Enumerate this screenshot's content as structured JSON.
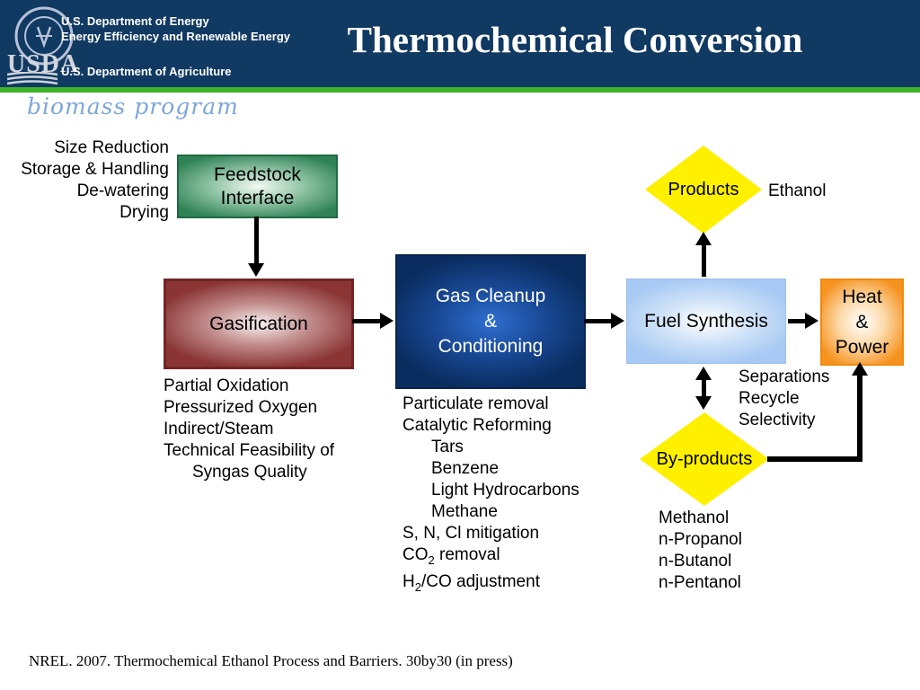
{
  "colors": {
    "header_navy": "#113a63",
    "divider_green": "#3db32a",
    "script_blue": "#7da7d9",
    "feedstock_green": "#2f8256",
    "gasification_maroon": "#8a3434",
    "cleanup_navy": "#0a2c5e",
    "fuel_light_blue": "#a7c9f3",
    "heat_orange": "#f6921e",
    "diamond_yellow": "#fff000",
    "arrow_black": "#000000"
  },
  "header": {
    "doe_line1": "U.S. Department of Energy",
    "doe_line2": "Energy Efficiency and Renewable Energy",
    "usda_wordmark": "USDA",
    "usda_dept": "U.S. Department of Agriculture",
    "title": "Thermochemical Conversion",
    "program_script": "biomass program"
  },
  "diagram": {
    "feedstock": {
      "label": "Feedstock\nInterface",
      "notes": [
        "Size Reduction",
        "Storage & Handling",
        "De-watering",
        "Drying"
      ]
    },
    "gasification": {
      "label": "Gasification",
      "notes": [
        "Partial Oxidation",
        "Pressurized Oxygen",
        "Indirect/Steam",
        "Technical Feasibility of",
        "Syngas Quality"
      ]
    },
    "gas_cleanup": {
      "label": "Gas Cleanup\n&\nConditioning",
      "notes": [
        "Particulate removal",
        "Catalytic Reforming",
        "Tars",
        "Benzene",
        "Light Hydrocarbons",
        "Methane",
        "S, N, Cl mitigation"
      ],
      "co2_line": {
        "pre": "CO",
        "sub": "2",
        "post": " removal"
      },
      "h2_line": {
        "pre": "H",
        "sub": "2",
        "post": "/CO adjustment"
      }
    },
    "fuel_synthesis": {
      "label": "Fuel Synthesis",
      "notes": [
        "Separations",
        "Recycle",
        "Selectivity"
      ]
    },
    "products": {
      "label": "Products",
      "note": "Ethanol"
    },
    "byproducts": {
      "label": "By-products",
      "notes": [
        "Methanol",
        "n-Propanol",
        "n-Butanol",
        "n-Pentanol"
      ]
    },
    "heat_power": {
      "label": "Heat\n&\nPower"
    }
  },
  "footer": {
    "citation": "NREL. 2007. Thermochemical Ethanol Process and Barriers. 30by30 (in press)"
  }
}
